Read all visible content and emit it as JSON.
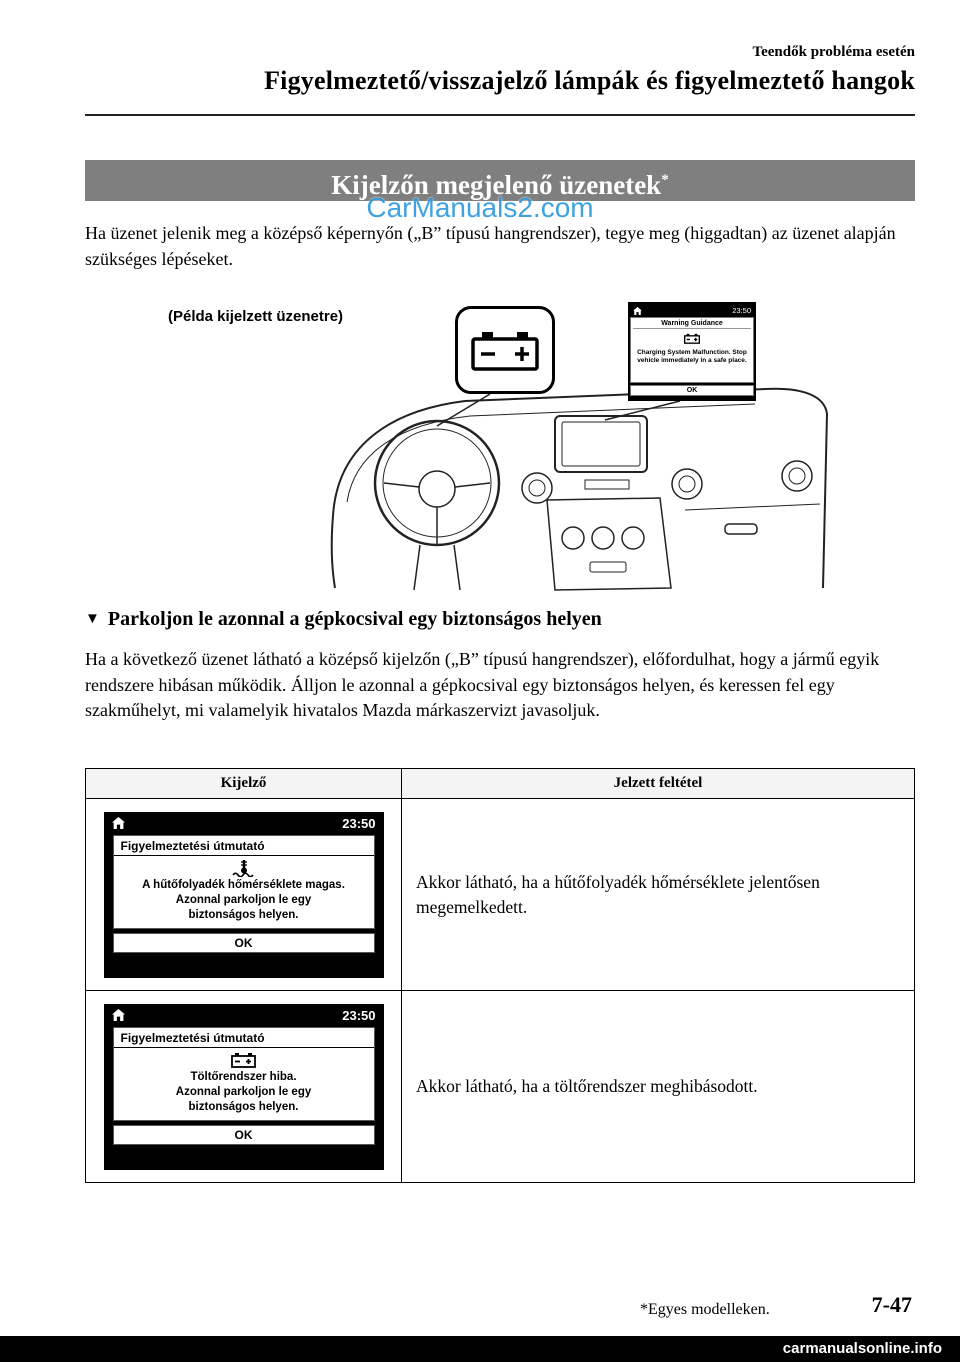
{
  "colors": {
    "banner_bg": "#7f7f7f",
    "watermark_blue": "#2f9bdf",
    "display_bg": "#000000"
  },
  "header": {
    "breadcrumb": "Teendők probléma esetén",
    "title": "Figyelmeztető/visszajelző lámpák és figyelmeztető hangok"
  },
  "watermarks": {
    "top": "CarManuals2.com",
    "bottom": "carmanualsonline.info"
  },
  "section": {
    "banner_title": "Kijelzőn megjelenő üzenetek",
    "banner_asterisk": "*",
    "intro": "Ha üzenet jelenik meg a középső képernyőn („B” típusú hangrendszer), tegye meg (higgadtan) az üzenet alapján szükséges lépéseket.",
    "example_label": "(Példa kijelzett üzenetre)"
  },
  "illustration_display": {
    "time": "23:50",
    "title": "Warning Guidance",
    "message": "Charging System Malfunction. Stop\nvehicle immediately in a safe place.",
    "ok_label": "OK"
  },
  "subsection": {
    "marker": "▼",
    "title": "Parkoljon le azonnal a gépkocsival egy biztonságos helyen",
    "body": "Ha a következő üzenet látható a középső kijelzőn („B” típusú hangrendszer), előfordulhat, hogy a jármű egyik rendszere hibásan működik. Álljon le azonnal a gépkocsival egy biztonságos helyen, és keressen fel egy szakműhelyt, mi valamelyik hivatalos Mazda márkaszervizt javasoljuk."
  },
  "table": {
    "headers": [
      "Kijelző",
      "Jelzett feltétel"
    ],
    "rows": [
      {
        "display": {
          "time": "23:50",
          "title": "Figyelmeztetési útmutató",
          "icon": "coolant-temperature-icon",
          "message": "A hűtőfolyadék hőmérséklete magas.\nAzonnal parkoljon le egy\nbiztonságos helyen.",
          "ok_label": "OK"
        },
        "condition": "Akkor látható, ha a hűtőfolyadék hőmérséklete jelentősen megemelkedett."
      },
      {
        "display": {
          "time": "23:50",
          "title": "Figyelmeztetési útmutató",
          "icon": "charging-system-battery-icon",
          "message": "Töltőrendszer hiba.\nAzonnal parkoljon le egy\nbiztonságos helyen.",
          "ok_label": "OK"
        },
        "condition": "Akkor látható, ha a töltőrendszer meghibásodott."
      }
    ]
  },
  "footer": {
    "footnote": "*Egyes modelleken.",
    "page_number": "7-47"
  }
}
